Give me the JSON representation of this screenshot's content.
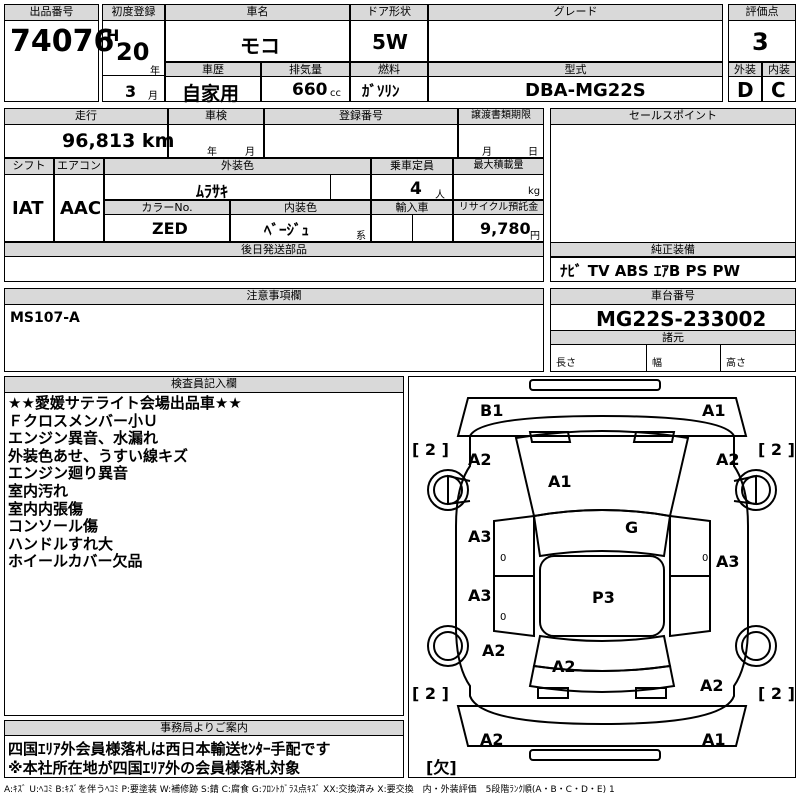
{
  "lot": {
    "header": "出品番号",
    "value": "74076"
  },
  "first_reg": {
    "header": "初度登録",
    "era": "H",
    "year": "20",
    "year_unit": "年",
    "month": "3",
    "month_unit": "月"
  },
  "car_name": {
    "header": "車名",
    "value": "モコ"
  },
  "door": {
    "header": "ドア形状",
    "value": "5W"
  },
  "grade": {
    "header": "グレード",
    "value": ""
  },
  "score": {
    "header": "評価点",
    "value": "3"
  },
  "history": {
    "header": "車歴",
    "value": "自家用"
  },
  "displacement": {
    "header": "排気量",
    "value": "660",
    "unit": "cc"
  },
  "fuel": {
    "header": "燃料",
    "value": "ｶﾞｿﾘﾝ"
  },
  "model": {
    "header": "型式",
    "value": "DBA-MG22S"
  },
  "exterior": {
    "header": "外装",
    "value": "D"
  },
  "interior": {
    "header": "内装",
    "value": "C"
  },
  "mileage": {
    "header": "走行",
    "value": "96,813 km"
  },
  "inspection": {
    "header": "車検",
    "year_unit": "年",
    "month_unit": "月"
  },
  "reg_number": {
    "header": "登録番号",
    "value": ""
  },
  "transfer_docs": {
    "header": "譲渡書類期限",
    "month_unit": "月",
    "day_unit": "日"
  },
  "sales_point": {
    "header": "セールスポイント",
    "value": ""
  },
  "shift": {
    "header": "シフト",
    "value": "IAT"
  },
  "aircon": {
    "header": "エアコン",
    "value": "AAC"
  },
  "ext_color": {
    "header": "外装色",
    "value": "ﾑﾗｻｷ"
  },
  "capacity": {
    "header": "乗車定員",
    "value": "4",
    "unit": "人"
  },
  "max_load": {
    "header": "最大積載量",
    "value": "",
    "unit": "kg"
  },
  "color_no": {
    "header": "カラーNo.",
    "value": "ZED"
  },
  "int_color": {
    "header": "内装色",
    "value": "ﾍﾞｰｼﾞｭ",
    "suffix": "系"
  },
  "import": {
    "header": "輸入車",
    "value": ""
  },
  "recycle": {
    "header": "リサイクル預託金",
    "value": "9,780",
    "unit": "円"
  },
  "later_parts": {
    "header": "後日発送部品",
    "value": ""
  },
  "genuine": {
    "header": "純正装備",
    "value": "ﾅﾋﾞ  TV  ABS ｴｱB PS PW"
  },
  "notes": {
    "header": "注意事項欄",
    "value": "MS107-A"
  },
  "chassis": {
    "header": "車台番号",
    "value": "MG22S-233002"
  },
  "specs": {
    "header": "諸元",
    "length": "長さ",
    "width": "幅",
    "height": "高さ"
  },
  "inspector": {
    "header": "検査員記入欄",
    "lines": [
      "★★愛媛サテライト会場出品車★★",
      "Ｆクロスメンバー小Ｕ",
      "エンジン異音、水漏れ",
      "外装色あせ、うすい線キズ",
      "エンジン廻り異音",
      "室内汚れ",
      "室内内張傷",
      "コンソール傷",
      "ハンドルすれ大",
      "ホイールカバー欠品"
    ]
  },
  "office": {
    "header": "事務局よりご案内",
    "lines": [
      "四国ｴﾘｱ外会員様落札は西日本輸送ｾﾝﾀｰ手配です",
      "※本社所在地が四国ｴﾘｱ外の会員様落札対象"
    ]
  },
  "diagram": {
    "b1": "B1",
    "a1_top": "A1",
    "a2_ul": "A2",
    "a2_ur": "A2",
    "a1_hood": "A1",
    "g": "G",
    "a3_ul": "A3",
    "a3_ll": "A3",
    "a3_ur": "A3",
    "p3": "P3",
    "a2_ll": "A2",
    "a2_rear": "A2",
    "a2_lr": "A2",
    "a2_bl": "A2",
    "a1_br": "A1",
    "bracket": "[ 2 ]",
    "missing": "[欠]",
    "zero": "0"
  },
  "legend": "A:ｷｽﾞ U:ﾍｺﾐ B:ｷｽﾞを伴うﾍｺﾐ P:要塗装 W:補修跡 S:錆 C:腐食 G:ﾌﾛﾝﾄｶﾞﾗｽ点ｷｽﾞ XX:交換済み X:要交換　内・外装評価　5段階ﾗﾝｸ順(A・B・C・D・E) 1"
}
